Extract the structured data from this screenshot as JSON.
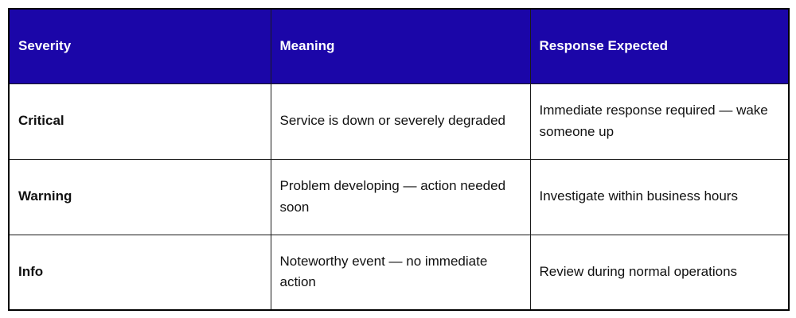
{
  "table": {
    "columns": [
      "Severity",
      "Meaning",
      "Response Expected"
    ],
    "rows": [
      {
        "severity": "Critical",
        "meaning": "Service is down or severely degraded",
        "response": "Immediate response required — wake someone up"
      },
      {
        "severity": "Warning",
        "meaning": "Problem developing — action needed soon",
        "response": "Investigate within business hours"
      },
      {
        "severity": "Info",
        "meaning": "Noteworthy event — no immediate action",
        "response": "Review during normal operations"
      }
    ],
    "colors": {
      "header_background": "#1b06a8",
      "header_text": "#ffffff",
      "body_text": "#111111",
      "border": "#000000",
      "page_background": "#ffffff"
    }
  }
}
